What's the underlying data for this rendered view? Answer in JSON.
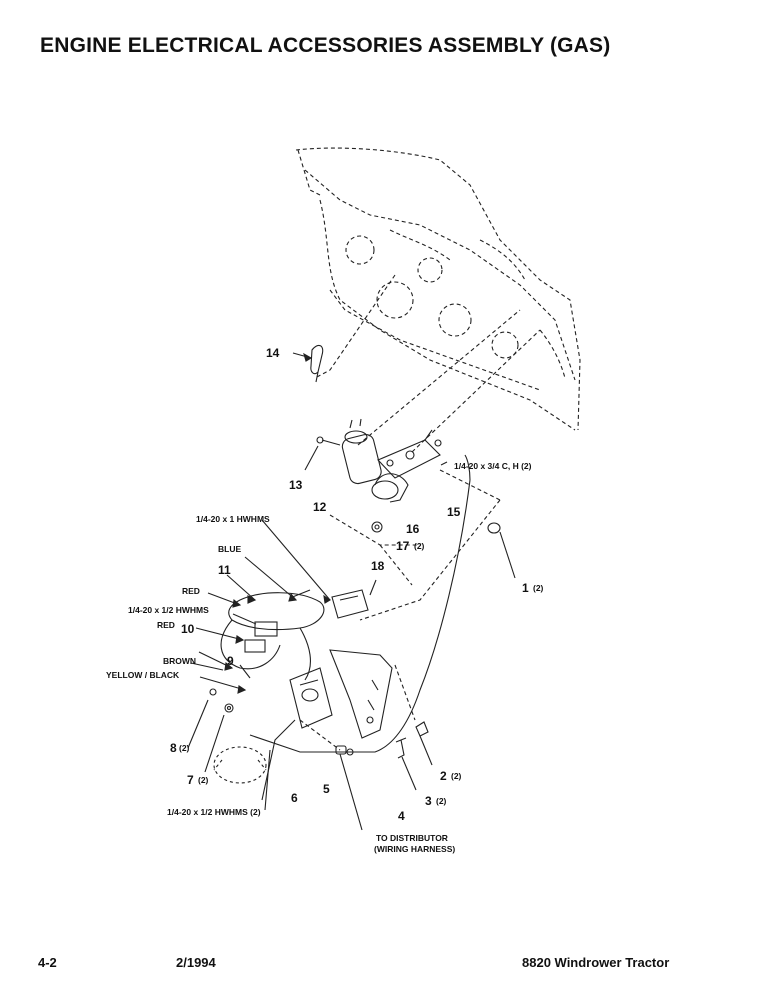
{
  "title": "ENGINE ELECTRICAL ACCESSORIES ASSEMBLY (GAS)",
  "callouts": {
    "p1": "1",
    "p1_qty": "(2)",
    "p2": "2",
    "p2_qty": "(2)",
    "p3": "3",
    "p3_qty": "(2)",
    "p4": "4",
    "p5": "5",
    "p6": "6",
    "p7": "7",
    "p7_qty": "(2)",
    "p8": "8",
    "p8_qty": "(2)",
    "p9": "9",
    "p10": "10",
    "p11": "11",
    "p12": "12",
    "p13": "13",
    "p14": "14",
    "p15": "15",
    "p16": "16",
    "p17": "17",
    "p17_qty": "(2)",
    "p18": "18"
  },
  "notes": {
    "bolt_34": "1/4-20 x 3/4 C, H (2)",
    "bolt_1": "1/4-20 x 1 HWHMS",
    "blue": "BLUE",
    "red_top": "RED",
    "bolt_12a": "1/4-20 x 1/2 HWHMS",
    "red_bottom": "RED",
    "brown": "BROWN",
    "yellow_black": "YELLOW / BLACK",
    "bolt_12b": "1/4-20 x 1/2 HWHMS (2)",
    "to_distributor": "TO DISTRIBUTOR",
    "wiring_harness": "(WIRING HARNESS)"
  },
  "footer": {
    "page": "4-2",
    "date": "2/1994",
    "product": "8820 Windrower Tractor"
  }
}
